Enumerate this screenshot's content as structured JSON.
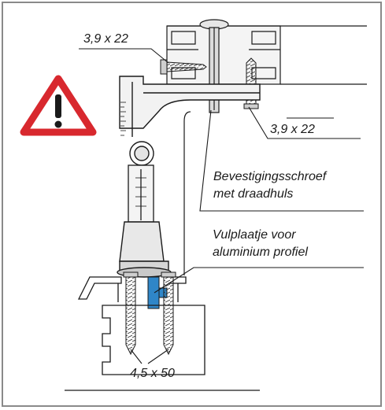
{
  "labels": {
    "screw_top_left": "3,9 x 22",
    "screw_top_right": "3,9 x 22",
    "fixing_screw_line1": "Bevestigingsschroef",
    "fixing_screw_line2": "met draadhuls",
    "shim_line1": "Vulplaatje voor",
    "shim_line2": "aluminium profiel",
    "anchor_screws": "4,5 x 50"
  },
  "colors": {
    "warning_red": "#d8282e",
    "shim_blue": "#2f86c8",
    "line": "#1a1a1a",
    "frame": "#8a8a8a"
  },
  "icons": {
    "warning": "warning-triangle-icon"
  }
}
